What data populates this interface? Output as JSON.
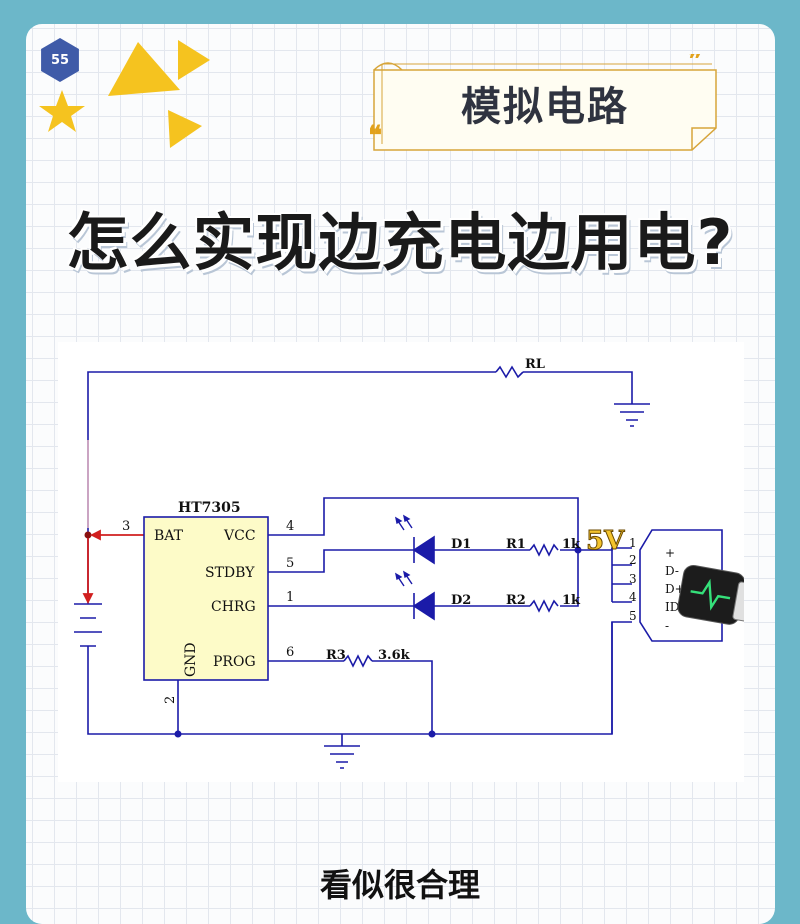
{
  "badge": {
    "number": "55"
  },
  "category": {
    "label": "模拟电路"
  },
  "title": "怎么实现边充电边用电?",
  "bottom_caption": "看似很合理",
  "colors": {
    "wire": "#1b1ba8",
    "highlight": "#d11f1f",
    "chip_fill": "#fdfbc8",
    "led": "#1b1ba8"
  },
  "schematic": {
    "chip": {
      "name": "HT7305",
      "pins": [
        {
          "num": "3",
          "name": "BAT"
        },
        {
          "num": "4",
          "name": "VCC"
        },
        {
          "num": "5",
          "name": "STDBY"
        },
        {
          "num": "1",
          "name": "CHRG"
        },
        {
          "num": "2",
          "name": "GND"
        },
        {
          "num": "6",
          "name": "PROG"
        }
      ]
    },
    "load_resistor": "RL",
    "leds": [
      {
        "name": "D1",
        "resistor": "R1",
        "value": "1k"
      },
      {
        "name": "D2",
        "resistor": "R2",
        "value": "1k"
      }
    ],
    "prog_resistor": {
      "name": "R3",
      "value": "3.6k"
    },
    "supply_label": "5V",
    "usb_pins": [
      {
        "num": "1",
        "label": "+"
      },
      {
        "num": "2",
        "label": "D-"
      },
      {
        "num": "3",
        "label": "D+"
      },
      {
        "num": "4",
        "label": "ID"
      },
      {
        "num": "5",
        "label": "-"
      }
    ],
    "icons": [
      "battery-icon",
      "ground-icon",
      "usb-plug-icon"
    ]
  }
}
